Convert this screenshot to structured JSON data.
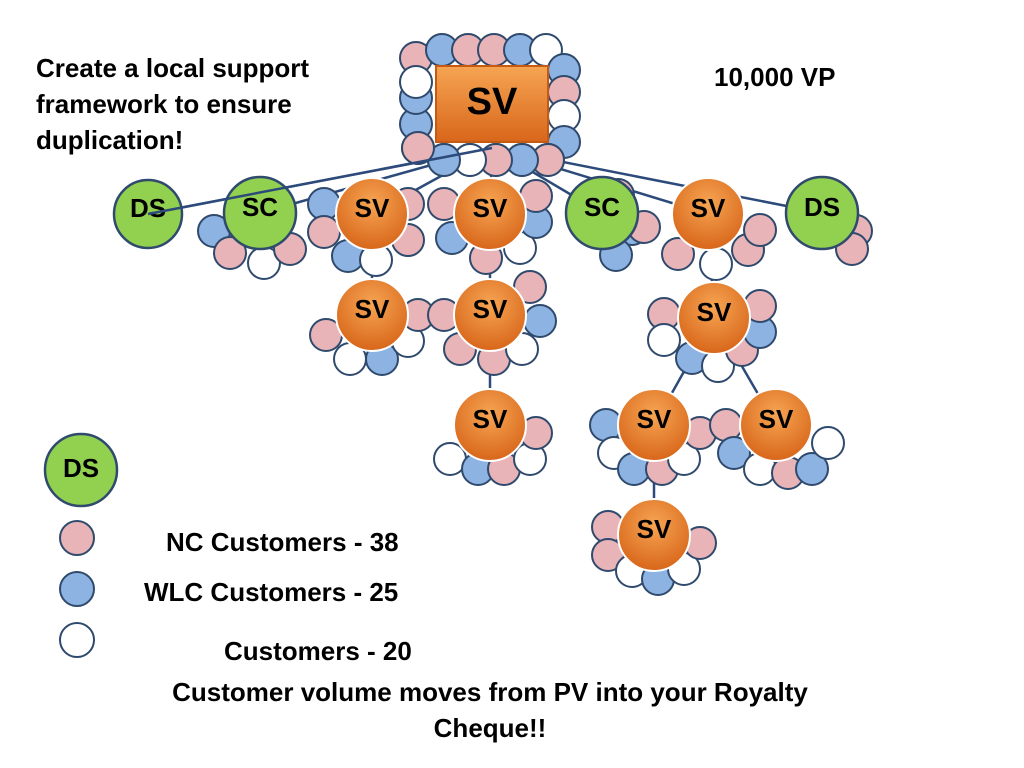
{
  "headline": "Create a local support framework to ensure duplication!",
  "volume": "10,000 VP",
  "legend": [
    {
      "label": "NC Customers - 38",
      "kind": "nc"
    },
    {
      "label": "WLC Customers - 25",
      "kind": "wlc"
    },
    {
      "label": "Customers - 20",
      "kind": "cust"
    }
  ],
  "legend_ds": "DS",
  "footer": "Customer volume moves from PV into your Royalty Cheque!!",
  "colors": {
    "nc": "#e8b4b8",
    "wlc": "#8db3e2",
    "cust": "#ffffff",
    "sv_fill": "#e87a20",
    "ds_fill": "#92d050",
    "outline": "#2f4a6d",
    "line": "#2c4a7a"
  },
  "nodes": [
    {
      "id": "top",
      "label": "SV",
      "kind": "sv"
    },
    {
      "id": "ds1",
      "label": "DS",
      "kind": "ds"
    },
    {
      "id": "sc1",
      "label": "SC",
      "kind": "ds"
    },
    {
      "id": "sv1",
      "label": "SV",
      "kind": "sv"
    },
    {
      "id": "sv2",
      "label": "SV",
      "kind": "sv"
    },
    {
      "id": "sc2",
      "label": "SC",
      "kind": "ds"
    },
    {
      "id": "sv3",
      "label": "SV",
      "kind": "sv"
    },
    {
      "id": "ds2",
      "label": "DS",
      "kind": "ds"
    },
    {
      "id": "sv4",
      "label": "SV",
      "kind": "sv"
    },
    {
      "id": "sv5",
      "label": "SV",
      "kind": "sv"
    },
    {
      "id": "sv6",
      "label": "SV",
      "kind": "sv"
    },
    {
      "id": "sv7",
      "label": "SV",
      "kind": "sv"
    },
    {
      "id": "sv8",
      "label": "SV",
      "kind": "sv"
    },
    {
      "id": "sv9",
      "label": "SV",
      "kind": "sv"
    },
    {
      "id": "sv10",
      "label": "SV",
      "kind": "sv"
    }
  ],
  "edges": [
    [
      "top",
      "ds1"
    ],
    [
      "top",
      "sc1"
    ],
    [
      "top",
      "sv1"
    ],
    [
      "top",
      "sv2"
    ],
    [
      "top",
      "sc2"
    ],
    [
      "top",
      "sv3"
    ],
    [
      "top",
      "ds2"
    ],
    [
      "sv1",
      "sv4"
    ],
    [
      "sv2",
      "sv5"
    ],
    [
      "sv3",
      "sv6"
    ],
    [
      "sv5",
      "sv7"
    ],
    [
      "sv6",
      "sv8"
    ],
    [
      "sv6",
      "sv9"
    ],
    [
      "sv8",
      "sv10"
    ]
  ]
}
